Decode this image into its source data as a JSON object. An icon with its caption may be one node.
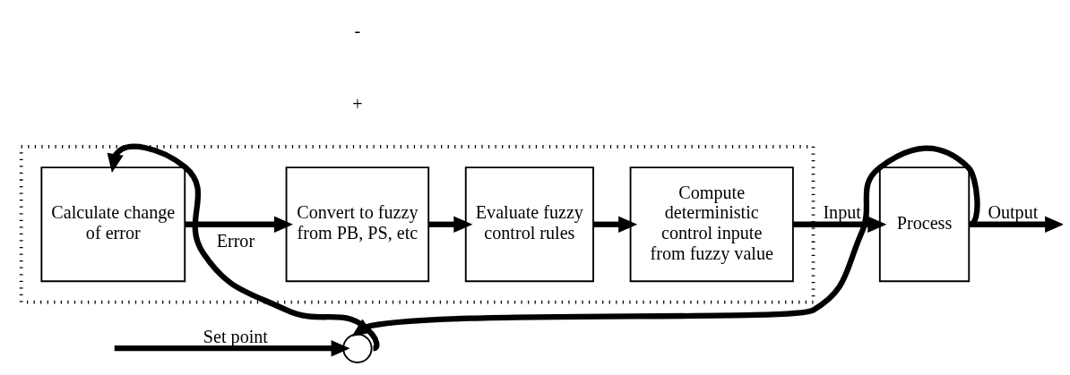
{
  "diagram": {
    "nodes": [
      {
        "text": [],
        "shape": "box"
      },
      {
        "text": [
          "Calculate change of error"
        ],
        "in": 0
      },
      {
        "text": [
          "Convert to fuzzy from PB, PS, etc"
        ],
        "in": 0
      },
      {
        "text": [
          "Evaluate fuzzy control rules"
        ],
        "in": 0
      },
      {
        "text": [
          "Compute deterministic control inpute from fuzzy value"
        ],
        "in": 0
      },
      {
        "text": [],
        "shape": "circle"
      },
      {
        "text": [
          "Process"
        ]
      }
    ],
    "edges": [
      {
        "from": null,
        "to": 5,
        "arrow": "to",
        "label": "Set point"
      },
      {
        "from": 5,
        "to": 1,
        "arrow": "to",
        "label": "Error"
      },
      {
        "from": 1,
        "to": 2,
        "arrow": "to"
      },
      {
        "from": 2,
        "to": 3,
        "arrow": "to"
      },
      {
        "from": 3,
        "to": 4,
        "arrow": "to"
      },
      {
        "from": 4,
        "to": 6,
        "arrow": "to",
        "label": "Input"
      },
      {
        "from": 6,
        "to": null,
        "arrow": "to",
        "label": "Output"
      },
      {
        "from": 6,
        "to": 5,
        "arrow": "to"
      }
    ],
    "labels": [
      "+",
      "-"
    ]
  }
}
